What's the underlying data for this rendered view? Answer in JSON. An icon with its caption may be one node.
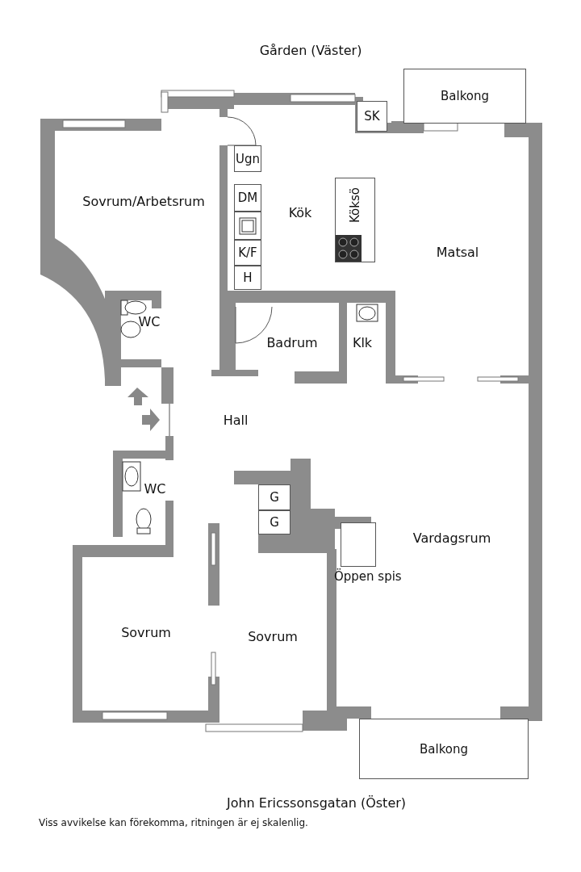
{
  "diagram": {
    "caption": "Viss avvikelse kan förekomma, ritningen är ej skalenlig.",
    "nodes": [
      {
        "text": [
          "Balkong"
        ]
      },
      {
        "text": [
          "SK"
        ]
      },
      {
        "text": [
          "Ugn"
        ]
      },
      {
        "text": [
          "DM"
        ]
      },
      {
        "text": [],
        "shape": "box"
      },
      {
        "text": [
          "K/F"
        ]
      },
      {
        "text": [
          "H"
        ]
      },
      {
        "text": [
          "Köksö"
        ]
      },
      {
        "text": [
          "G"
        ]
      },
      {
        "text": [
          "G"
        ]
      },
      {
        "text": [
          "Öppen spis"
        ]
      },
      {
        "text": [
          "Balkong"
        ]
      }
    ],
    "labels": [
      "Gården (Väster)",
      "Sovrum/Arbetsrum",
      "Kök",
      "Matsal",
      "WC",
      "Badrum",
      "Klk",
      "Hall",
      "WC",
      "Vardagsrum",
      "Sovrum",
      "Sovrum",
      "John Ericssonsgatan (Öster)"
    ]
  }
}
